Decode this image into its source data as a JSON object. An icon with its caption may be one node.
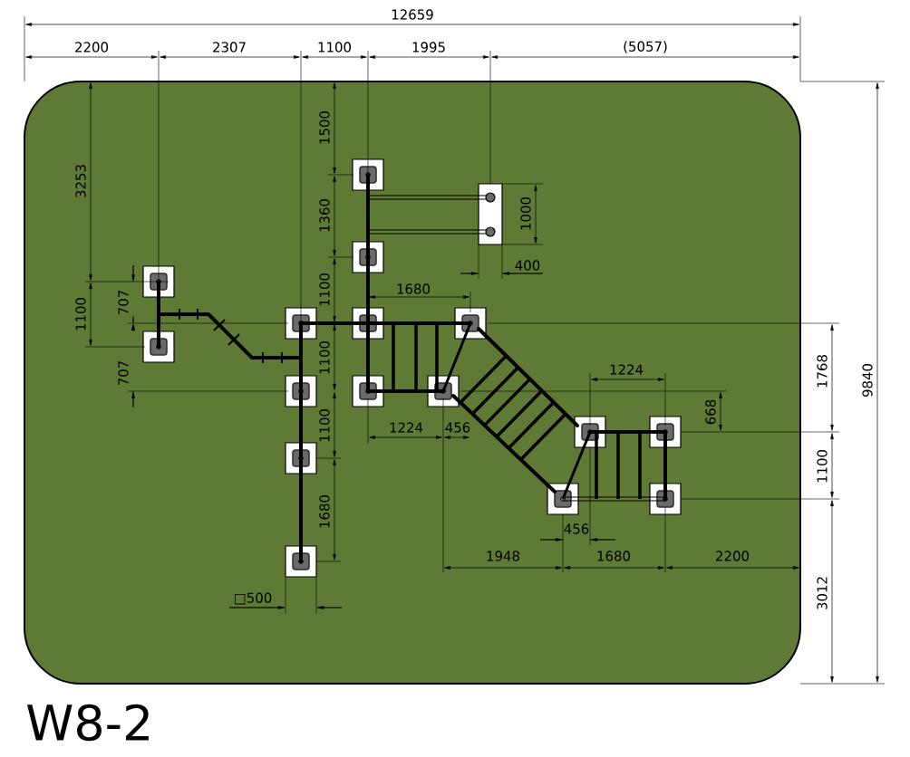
{
  "diagram": {
    "title": "W8-2",
    "labels": [
      "12659",
      "2200",
      "2307",
      "1100",
      "1995",
      "(5057)",
      "1500",
      "3253",
      "1360",
      "1000",
      "9840",
      "400",
      "1680",
      "707",
      "1100",
      "1100",
      "1768",
      "1100",
      "707",
      "1224",
      "668",
      "1224",
      "456",
      "1100",
      "1100",
      "456",
      "1680",
      "1948",
      "1680",
      "2200",
      "3012",
      "□500"
    ]
  }
}
